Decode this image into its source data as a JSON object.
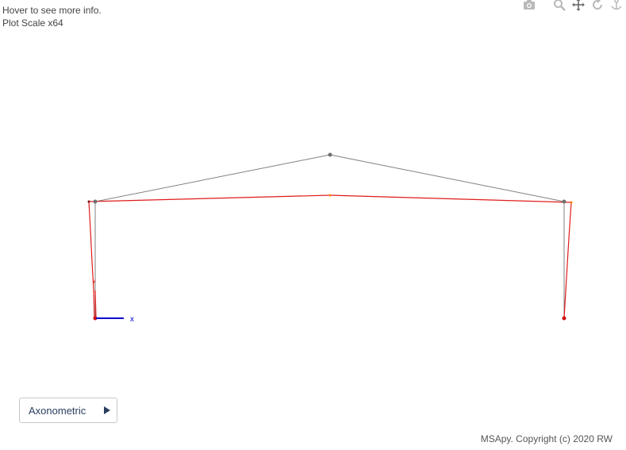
{
  "info": {
    "hover_text": "Hover to see more info.",
    "scale_text": "Plot Scale x64"
  },
  "modebar": {
    "buttons": [
      {
        "icon": "camera-icon",
        "label": "Download plot as a png"
      },
      {
        "icon": "zoom-icon",
        "label": "Zoom"
      },
      {
        "icon": "pan-icon",
        "label": "Pan"
      },
      {
        "icon": "orbit-rotation-icon",
        "label": "Orbital rotation"
      },
      {
        "icon": "turntable-rotation-icon",
        "label": "Turntable rotation"
      }
    ]
  },
  "axis": {
    "x_label": "x",
    "x_color": "#0000cc"
  },
  "colors": {
    "undeformed": "#808080",
    "deformed": "#e01b1b",
    "mid_node": "#ff7f0e"
  },
  "view_menu": {
    "selected": "Axonometric"
  },
  "footer": {
    "copyright": "MSApy. Copyright (c) 2020 RW"
  }
}
